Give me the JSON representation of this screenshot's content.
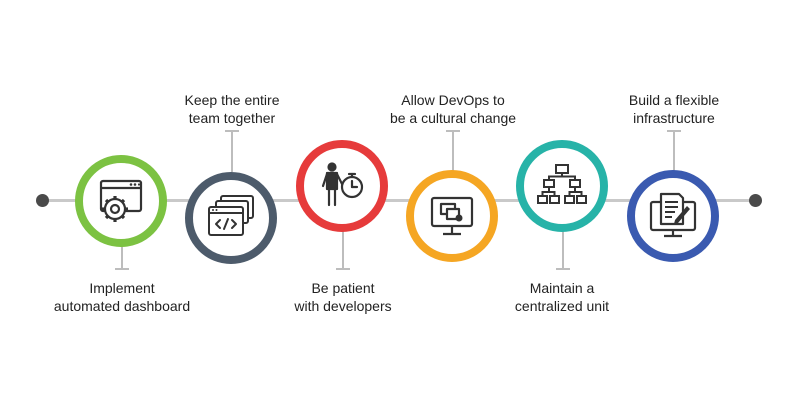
{
  "colors": {
    "line": "#c9c9c9",
    "endpoint": "#4a4a4a",
    "icon": "#333333",
    "green": "#7cc242",
    "slate": "#4d5b6b",
    "red": "#e63b3b",
    "orange": "#f5a623",
    "teal": "#27b3a8",
    "blue": "#3a5ab0"
  },
  "steps": [
    {
      "position": "bottom",
      "color": "#7cc242",
      "icon": "gear-dashboard-icon",
      "label_lines": [
        "Implement",
        "automated dashboard"
      ]
    },
    {
      "position": "top",
      "color": "#4d5b6b",
      "icon": "code-windows-icon",
      "label_lines": [
        "Keep the entire",
        "team together"
      ]
    },
    {
      "position": "bottom",
      "color": "#e63b3b",
      "icon": "person-clock-icon",
      "label_lines": [
        "Be patient",
        "with developers"
      ]
    },
    {
      "position": "top",
      "color": "#f5a623",
      "icon": "monitor-icon",
      "label_lines": [
        "Allow DevOps to",
        "be a cultural change"
      ]
    },
    {
      "position": "bottom",
      "color": "#27b3a8",
      "icon": "org-chart-icon",
      "label_lines": [
        "Maintain a",
        "centralized unit"
      ]
    },
    {
      "position": "top",
      "color": "#3a5ab0",
      "icon": "document-monitor-icon",
      "label_lines": [
        "Build a flexible",
        "infrastructure"
      ]
    }
  ]
}
